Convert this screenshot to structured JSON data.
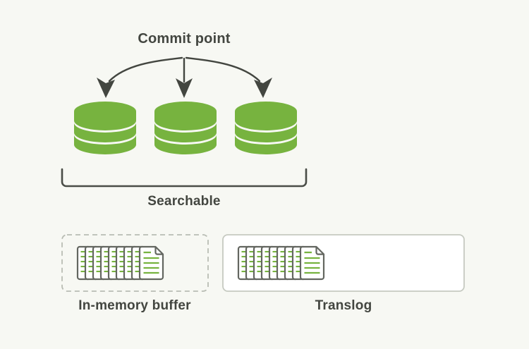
{
  "diagram": {
    "title": "Commit point / searchable segments with in-memory buffer and translog",
    "background_color": "#f7f8f3",
    "ink_color": "#434640",
    "green_color": "#77b33f",
    "border_gray": "#b9bdb4",
    "labels": {
      "commit_point": "Commit point",
      "searchable": "Searchable",
      "in_memory_buffer": "In-memory buffer",
      "translog": "Translog"
    },
    "segments": [
      {
        "name": "segment-1",
        "bands": 3
      },
      {
        "name": "segment-2",
        "bands": 3
      },
      {
        "name": "segment-3",
        "bands": 3
      }
    ],
    "arrows": [
      {
        "name": "arrow-to-segment-1",
        "from": "commit-point",
        "to": "segment-1"
      },
      {
        "name": "arrow-to-segment-2",
        "from": "commit-point",
        "to": "segment-2"
      },
      {
        "name": "arrow-to-segment-3",
        "from": "commit-point",
        "to": "segment-3"
      }
    ],
    "bracket": {
      "name": "searchable-bracket",
      "spans": [
        "segment-1",
        "segment-2",
        "segment-3"
      ],
      "label": "Searchable"
    },
    "boxes": [
      {
        "name": "in-memory-buffer-box",
        "label": "In-memory buffer",
        "border_style": "dashed",
        "fill": "none",
        "documents": 9
      },
      {
        "name": "translog-box",
        "label": "Translog",
        "border_style": "solid",
        "fill": "#ffffff",
        "documents": 9
      }
    ],
    "document_icon": {
      "name": "document-stack-icon",
      "pages": 9,
      "front_page_lines": 5,
      "line_color": "#77b33f",
      "outline_color": "#636660"
    }
  }
}
